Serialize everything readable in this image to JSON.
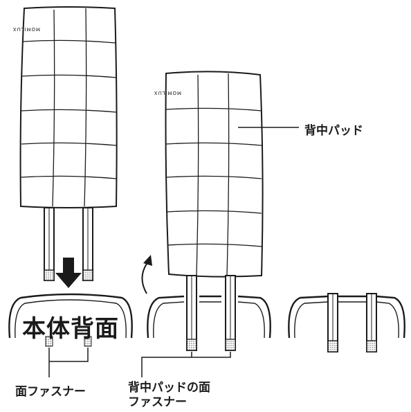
{
  "pad_brand": "MOMILUX",
  "labels": {
    "body_back": "本体背面",
    "back_pad": "背中パッド",
    "face_fastener": "面ファスナー",
    "pad_fastener_line1": "背中パッドの面",
    "pad_fastener_line2": "ファスナー"
  },
  "colors": {
    "stroke": "#1a1a1a",
    "fastener_fill": "#d8d8d8"
  },
  "icons": {
    "insert_arrow": "down-arrow-icon",
    "flip_arrow": "curved-arrow-icon"
  }
}
